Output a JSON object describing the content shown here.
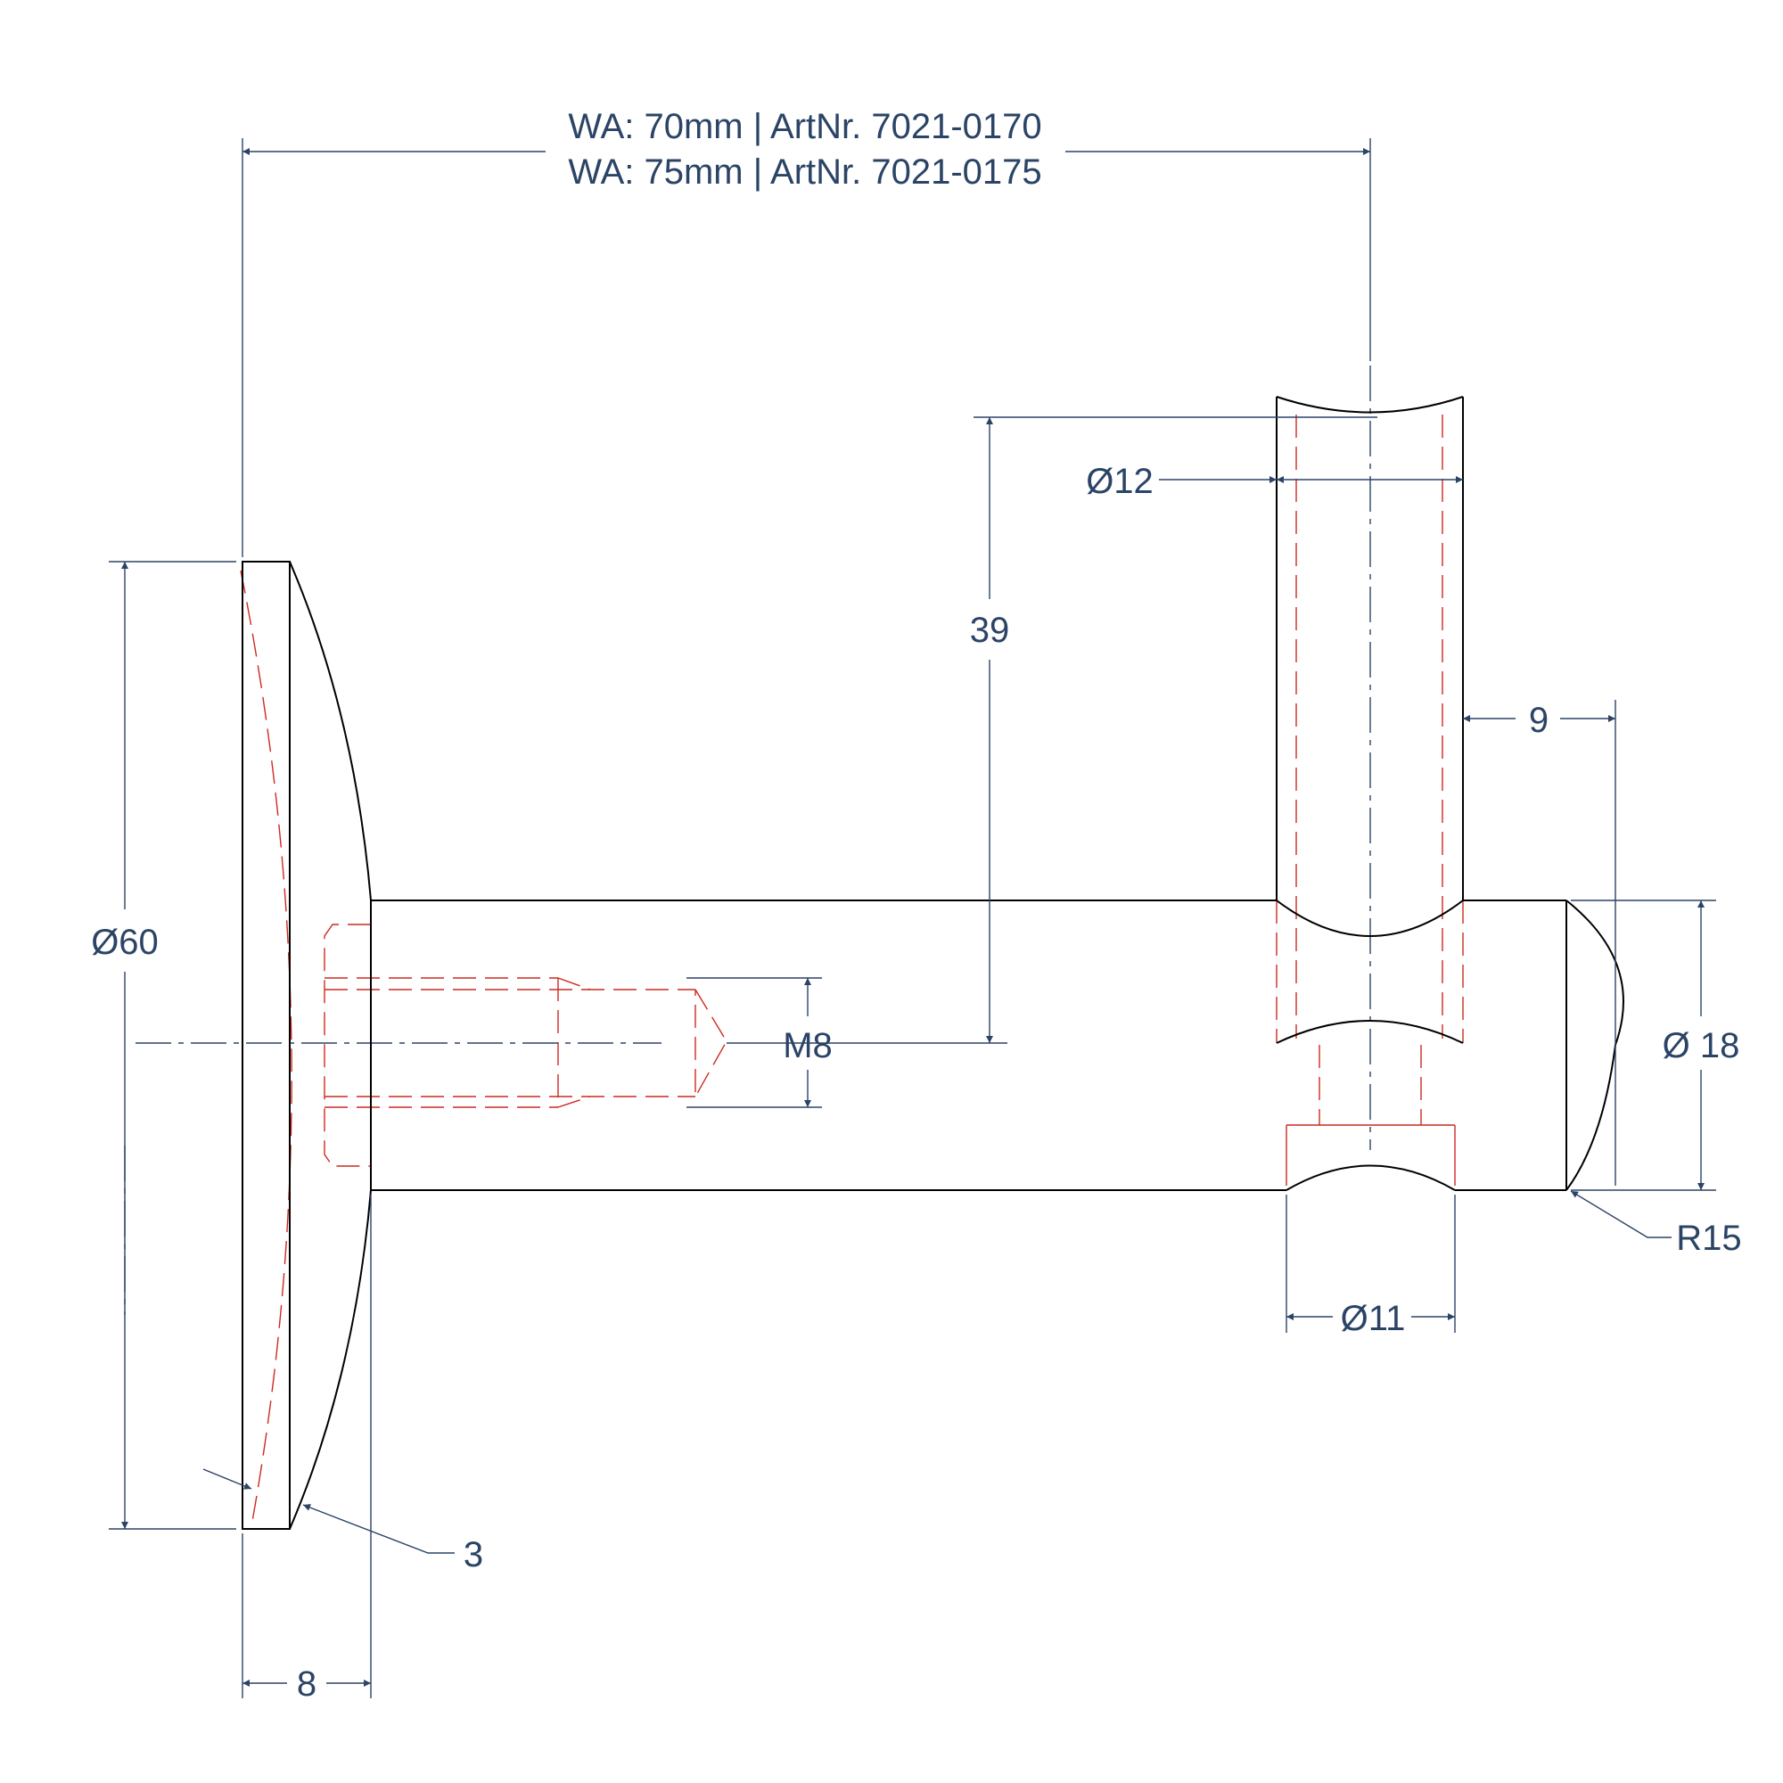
{
  "title": {
    "line1": "WA: 70mm | ArtNr. 7021-0170",
    "line2": "WA: 75mm | ArtNr. 7021-0175"
  },
  "dimensions": {
    "flange_diameter": "Ø60",
    "flange_thickness": "8",
    "flange_chamfer": "3",
    "thread": "M8",
    "axis_offset": "39",
    "bar_diameter": "Ø12",
    "bar_to_end": "9",
    "body_diameter": "Ø 18",
    "end_radius": "R15",
    "hole_diameter": "Ø11"
  },
  "colors": {
    "object_line": "#000000",
    "hidden_line": "#cc2a20",
    "dimension_line": "#2b4466"
  }
}
